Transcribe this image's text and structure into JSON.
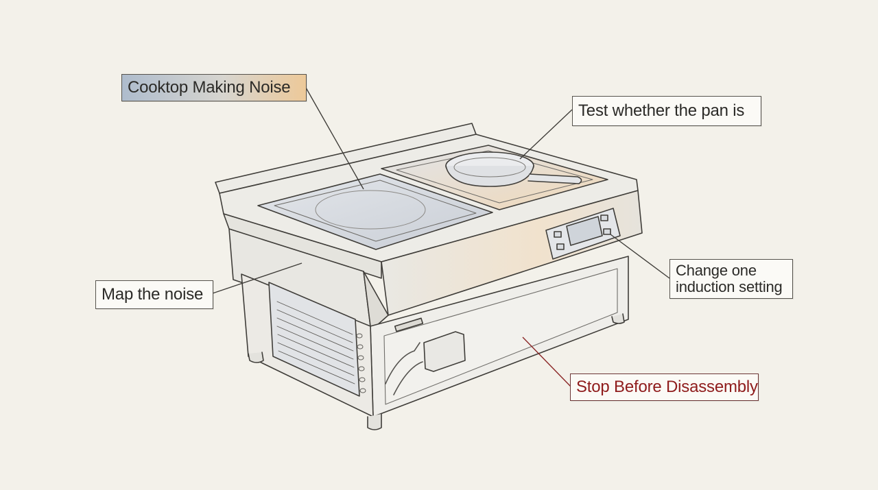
{
  "labels": {
    "title": "Cooktop Making Noise",
    "pan": "Test whether the pan is",
    "setting_line1": "Change one",
    "setting_line2": "induction setting",
    "map": "Map the noise",
    "stop": "Stop Before Disassembly"
  },
  "colors": {
    "background": "#f3f1ea",
    "line": "#3f3d39",
    "warning_text": "#8f1c1c",
    "warning_leader": "#8a2525",
    "accent_warm": "#edc999",
    "accent_cool": "#aebccd"
  }
}
